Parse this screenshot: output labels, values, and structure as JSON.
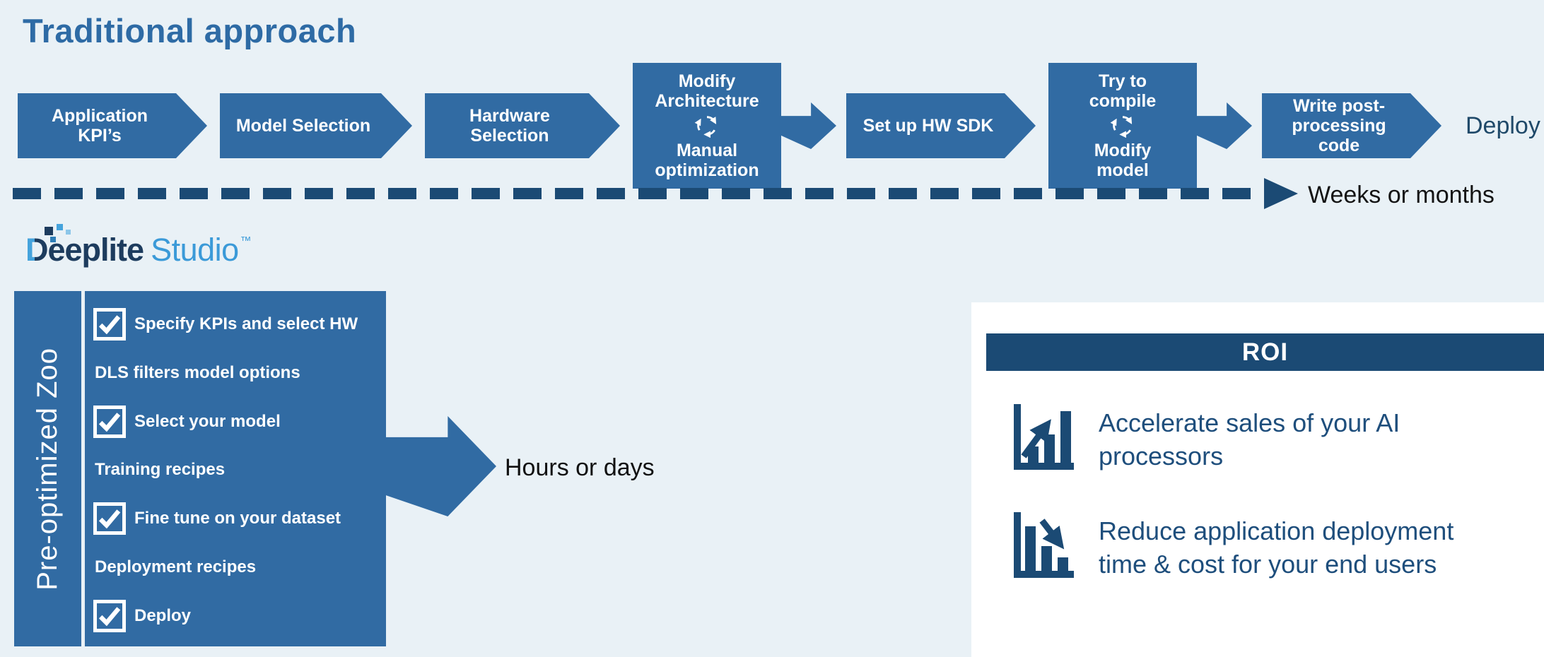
{
  "traditional": {
    "title": "Traditional approach",
    "steps": [
      {
        "type": "chevron",
        "label": "Application\nKPI’s"
      },
      {
        "type": "chevron",
        "label": "Model Selection"
      },
      {
        "type": "chevron",
        "label": "Hardware\nSelection"
      },
      {
        "type": "box",
        "top": "Modify\nArchitecture",
        "bottom": "Manual\noptimization",
        "icon": "cycle-icon"
      },
      {
        "type": "chevron",
        "label": "Set up HW SDK"
      },
      {
        "type": "box",
        "top": "Try to\ncompile",
        "bottom": "Modify\nmodel",
        "icon": "cycle-icon"
      },
      {
        "type": "chevron",
        "label": "Write post-\nprocessing code"
      }
    ],
    "deploy_label": "Deploy",
    "timeline_label": "Weeks or months"
  },
  "studio": {
    "logo": {
      "brand": "Deeplite",
      "product": "Studio",
      "tm": "™"
    },
    "sidebar_label": "Pre-optimized Zoo",
    "checklist": [
      {
        "checked": true,
        "label": "Specify KPIs and select HW"
      },
      {
        "checked": false,
        "label": "DLS filters model options"
      },
      {
        "checked": true,
        "label": "Select your model"
      },
      {
        "checked": false,
        "label": "Training recipes"
      },
      {
        "checked": true,
        "label": "Fine tune on your dataset"
      },
      {
        "checked": false,
        "label": "Deployment recipes"
      },
      {
        "checked": true,
        "label": "Deploy"
      }
    ],
    "result_label": "Hours or days"
  },
  "roi": {
    "title": "ROI",
    "items": [
      {
        "icon": "chart-up-icon",
        "text": "Accelerate sales of your AI processors"
      },
      {
        "icon": "chart-down-icon",
        "text": "Reduce application deployment time & cost for your end users"
      }
    ]
  },
  "colors": {
    "background": "#e9f1f6",
    "mid_blue": "#316ba3",
    "dark_navy": "#1b4a74",
    "title_blue": "#2e6ba5",
    "roi_text": "#1e4e7c",
    "logo_dark": "#1d3c5e",
    "logo_light": "#3b9ad8",
    "text_black": "#141414",
    "white": "#ffffff"
  }
}
